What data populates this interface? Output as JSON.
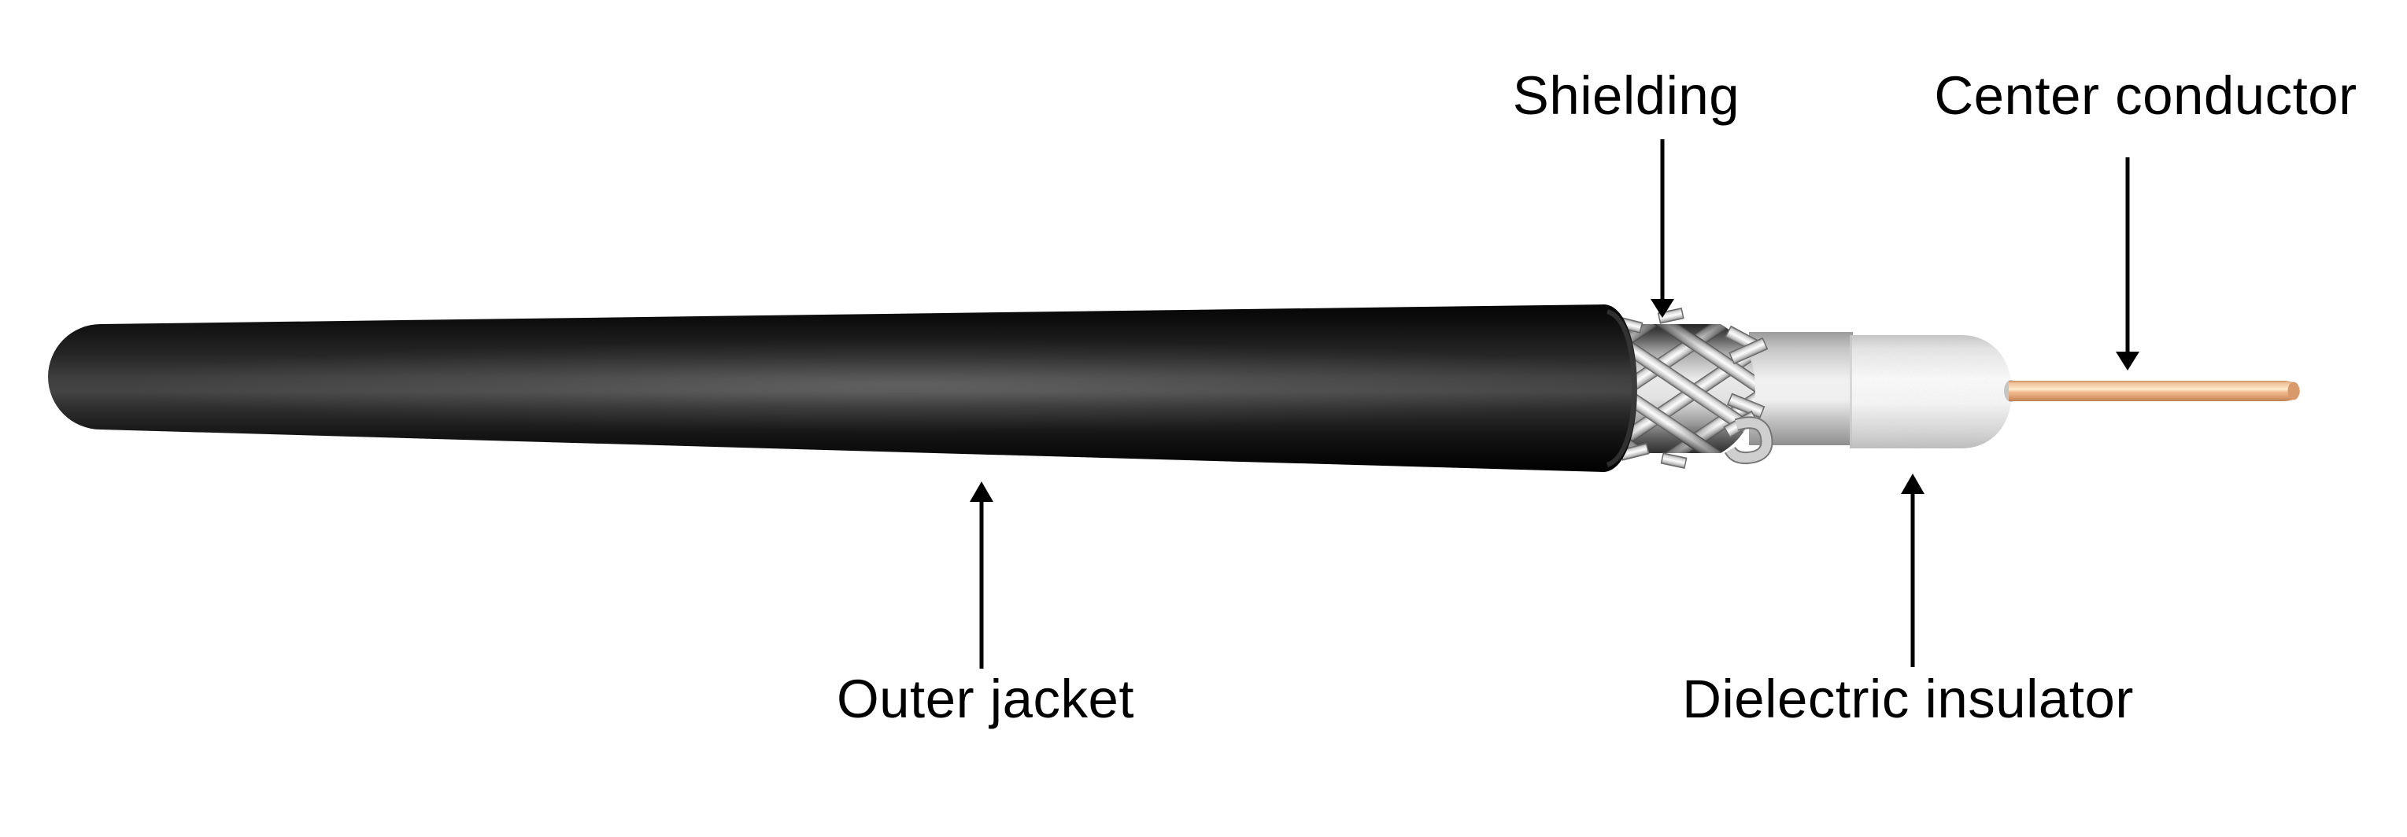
{
  "labels": {
    "shielding": "Shielding",
    "center_conductor": "Center conductor",
    "outer_jacket": "Outer jacket",
    "dielectric_insulator": "Dielectric insulator"
  },
  "colors": {
    "background": "#ffffff",
    "label_text": "#000000",
    "arrow": "#000000",
    "outer_jacket": "#141414",
    "shielding_braid": "#d9d9d9",
    "inner_shield_tube": "#d2d2d2",
    "dielectric": "#f6f6f6",
    "center_conductor_copper": "#eeb087"
  }
}
